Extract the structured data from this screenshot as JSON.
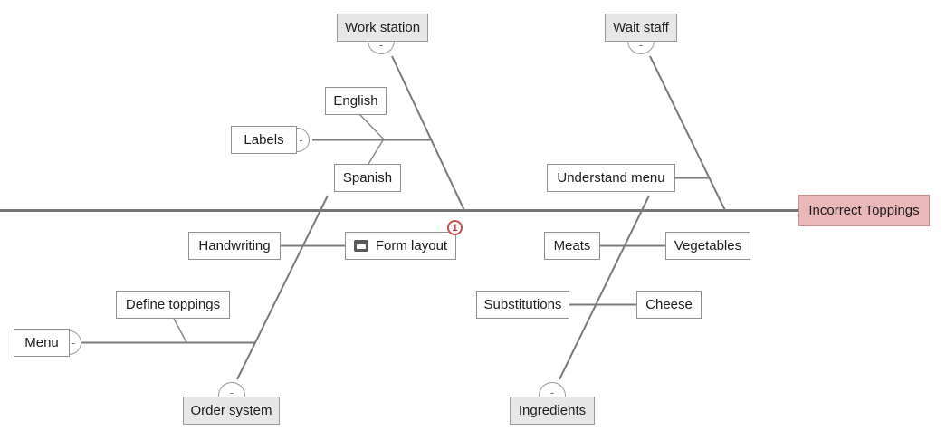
{
  "diagram": {
    "type": "fishbone",
    "head": {
      "label": "Incorrect Toppings"
    },
    "categories": [
      {
        "label": "Work station",
        "side": "top",
        "toggle": "-",
        "children": [
          {
            "label": "Labels",
            "toggle": "-",
            "children": [
              {
                "label": "English"
              },
              {
                "label": "Spanish"
              }
            ]
          }
        ]
      },
      {
        "label": "Wait staff",
        "side": "top",
        "toggle": "-",
        "children": [
          {
            "label": "Understand menu"
          }
        ]
      },
      {
        "label": "Order system",
        "side": "bottom",
        "toggle": "-",
        "children": [
          {
            "label": "Handwriting"
          },
          {
            "label": "Form layout",
            "icon": "note-icon",
            "badge": "1"
          },
          {
            "label": "Menu",
            "toggle": "-",
            "children": [
              {
                "label": "Define toppings"
              }
            ]
          }
        ]
      },
      {
        "label": "Ingredients",
        "side": "bottom",
        "toggle": "-",
        "children": [
          {
            "label": "Meats"
          },
          {
            "label": "Vegetables"
          },
          {
            "label": "Substitutions"
          },
          {
            "label": "Cheese"
          }
        ]
      }
    ],
    "colors": {
      "spine": "#767676",
      "bone": "#7a7a7a",
      "node_border": "#8f8f8f",
      "category_fill": "#e7e7e7",
      "head_fill": "#eab8b8",
      "head_border": "#c98c8c",
      "badge_red": "#c9514f"
    }
  }
}
